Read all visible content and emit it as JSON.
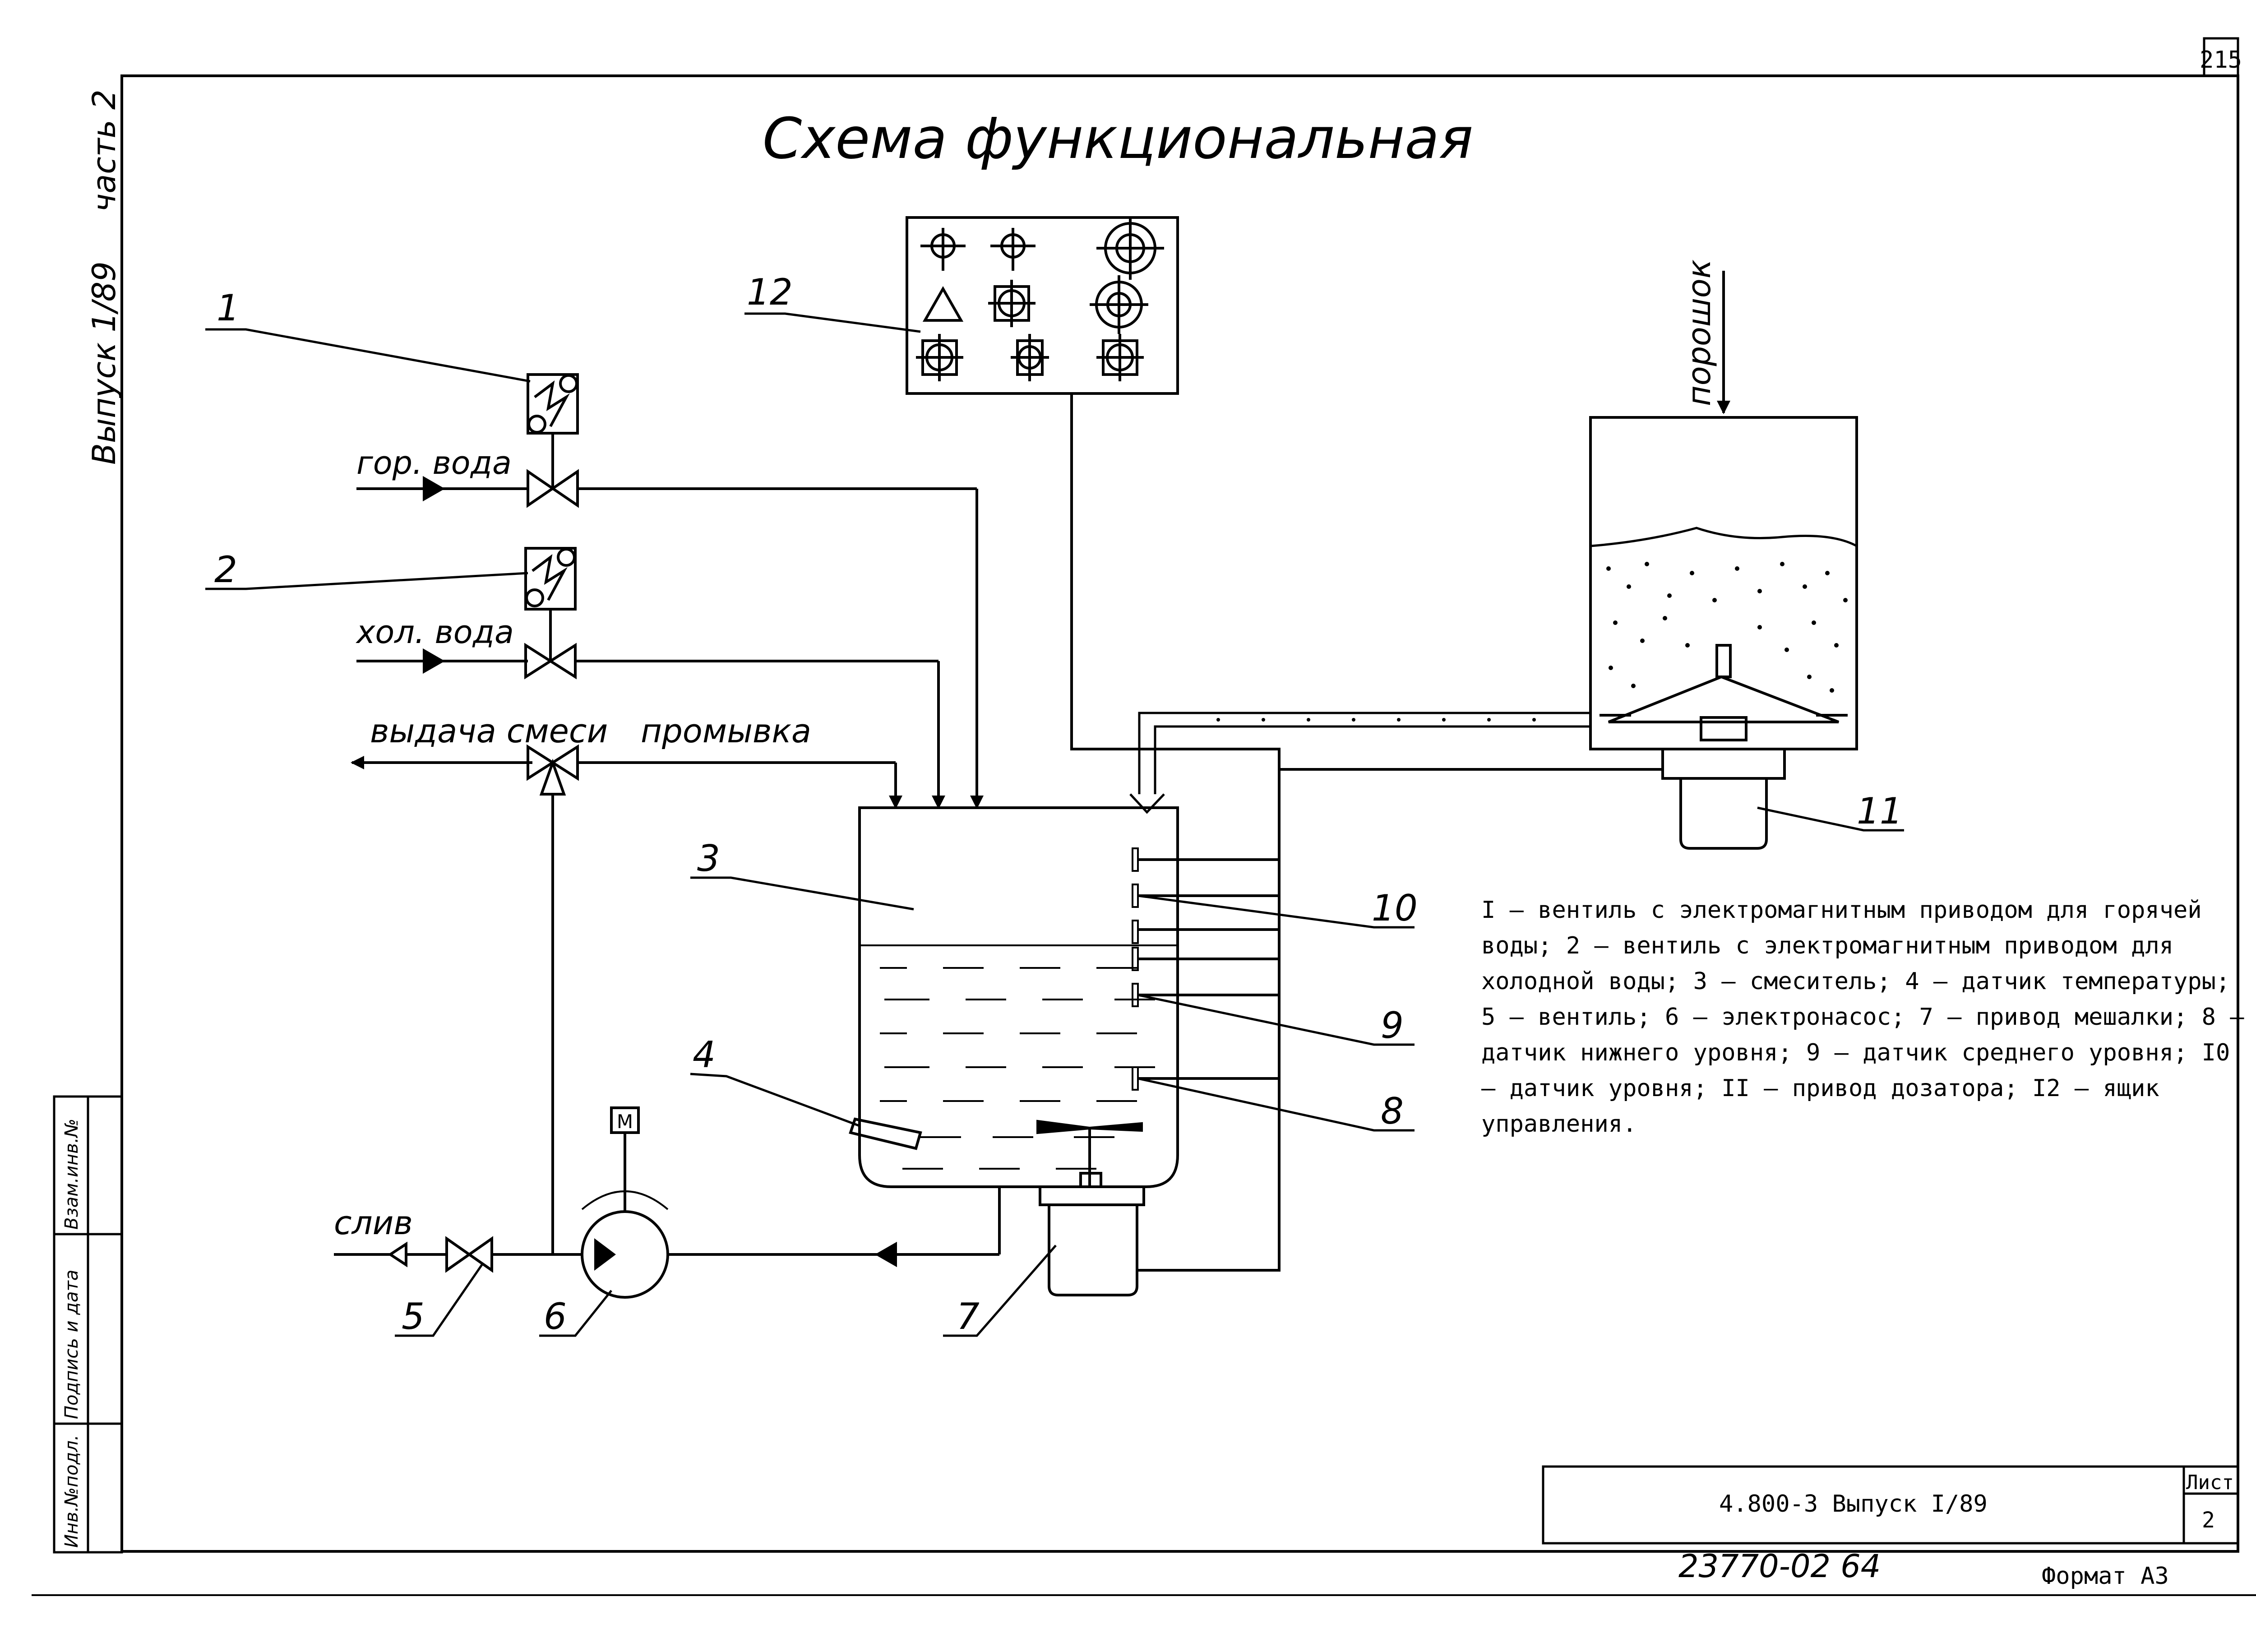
{
  "page_number": "215",
  "title": "Схема функциональная",
  "sidebar": {
    "series_label": "Выпуск 1/89",
    "part_label": "часть 2"
  },
  "stamp_columns": [
    "Взам.инв.№",
    "Подпись и дата",
    "Инв.№подл."
  ],
  "flows": {
    "hot_water": "гор. вода",
    "cold_water": "хол. вода",
    "mix_output": "выдача смеси",
    "flush": "промывка",
    "drain": "слив",
    "powder": "порошок"
  },
  "motor_label": "М",
  "callouts": [
    "1",
    "2",
    "3",
    "4",
    "5",
    "6",
    "7",
    "8",
    "9",
    "10",
    "11",
    "12"
  ],
  "legend": "I – вентиль с электромагнитным приводом для горячей воды; 2 – вентиль с электромагнитным приводом для холодной воды; 3 – смеситель; 4 – датчик температуры; 5 – вентиль; 6 – электронасос; 7 – привод мешалки; 8 – датчик нижнего уровня; 9 – датчик среднего уровня; I0 – датчик уровня; II – привод дозатора; I2 – ящик управления.",
  "title_block": {
    "designation": "4.800-3  Выпуск I/89",
    "sheet_label": "Лист",
    "sheet_number": "2"
  },
  "footer": {
    "archive_number": "23770-02  64",
    "format": "Формат А3"
  }
}
